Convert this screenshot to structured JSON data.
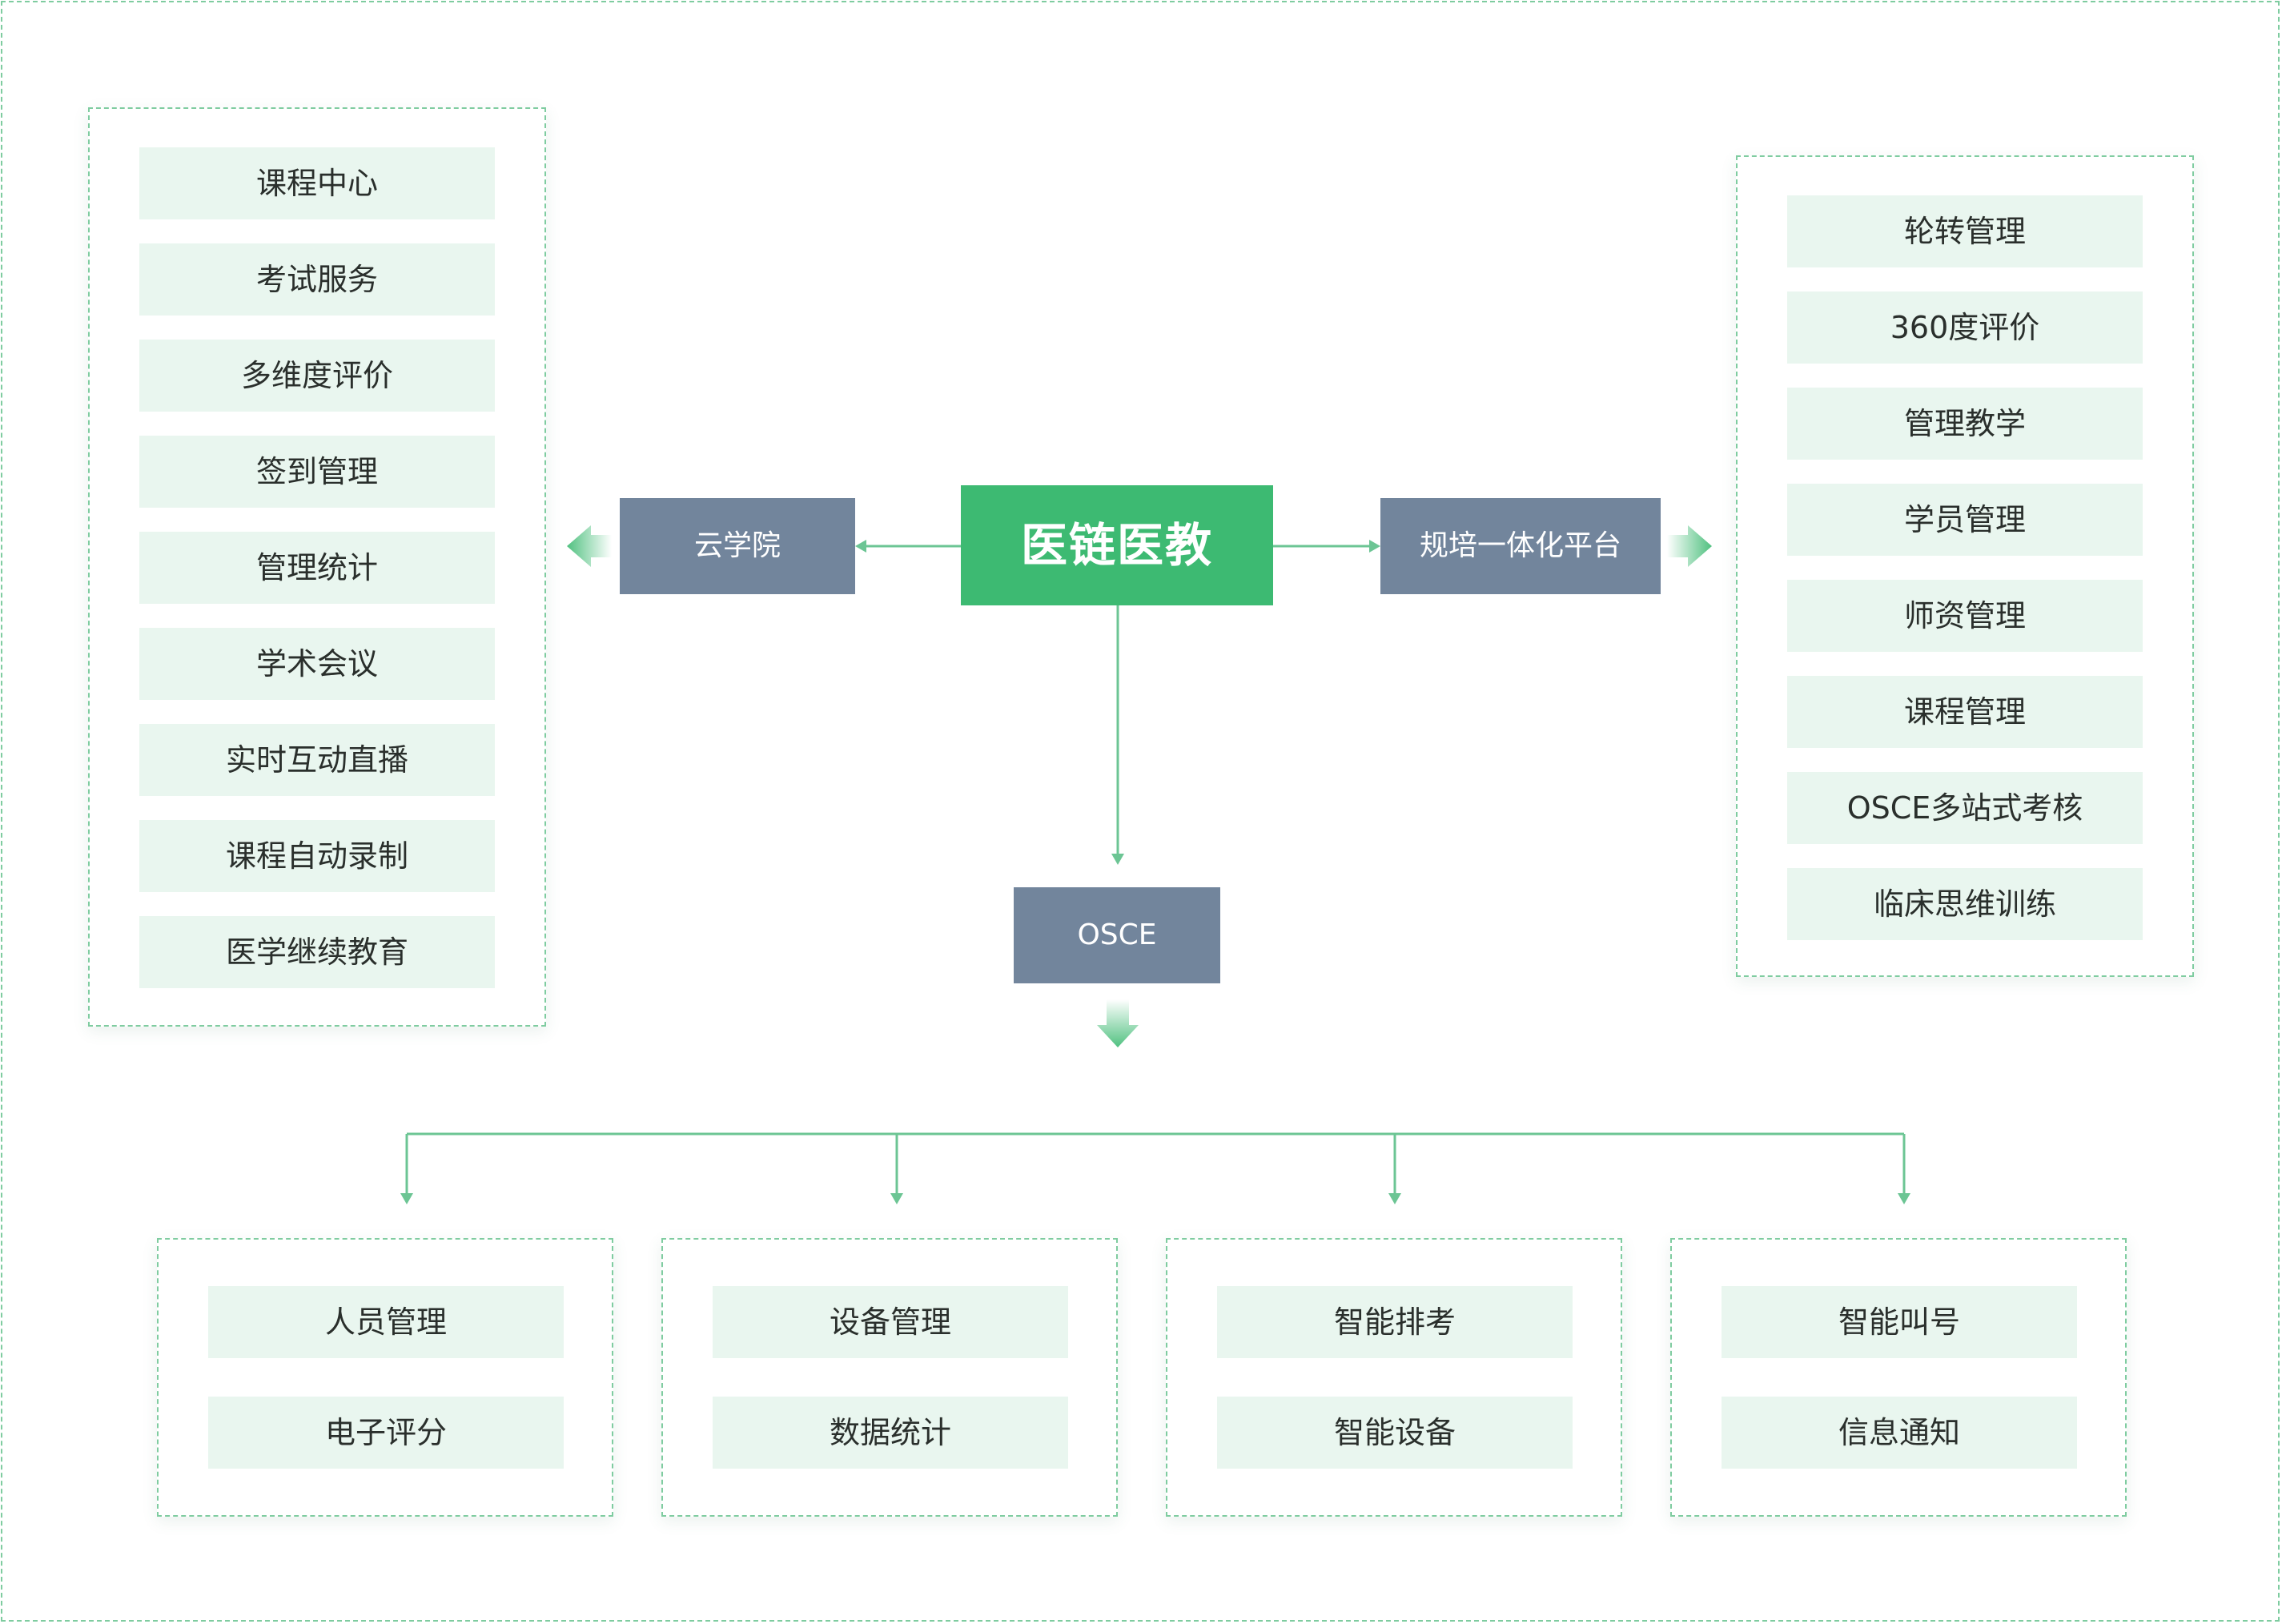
{
  "center": {
    "label": "医链医教"
  },
  "branches": {
    "left": {
      "label": "云学院"
    },
    "right": {
      "label": "规培一体化平台"
    },
    "bottom": {
      "label": "OSCE"
    }
  },
  "left_panel": {
    "items": [
      "课程中心",
      "考试服务",
      "多维度评价",
      "签到管理",
      "管理统计",
      "学术会议",
      "实时互动直播",
      "课程自动录制",
      "医学继续教育"
    ]
  },
  "right_panel": {
    "items": [
      "轮转管理",
      "360度评价",
      "管理教学",
      "学员管理",
      "师资管理",
      "课程管理",
      "OSCE多站式考核",
      "临床思维训练"
    ]
  },
  "bottom_panels": [
    {
      "items": [
        "人员管理",
        "电子评分"
      ]
    },
    {
      "items": [
        "设备管理",
        "数据统计"
      ]
    },
    {
      "items": [
        "智能排考",
        "智能设备"
      ]
    },
    {
      "items": [
        "智能叫号",
        "信息通知"
      ]
    }
  ],
  "colors": {
    "center_fill": "#3dba72",
    "branch_fill": "#72859c",
    "item_fill": "#e9f6ef",
    "connector": "#6cc594",
    "frame_dash": "#7fcca0"
  }
}
